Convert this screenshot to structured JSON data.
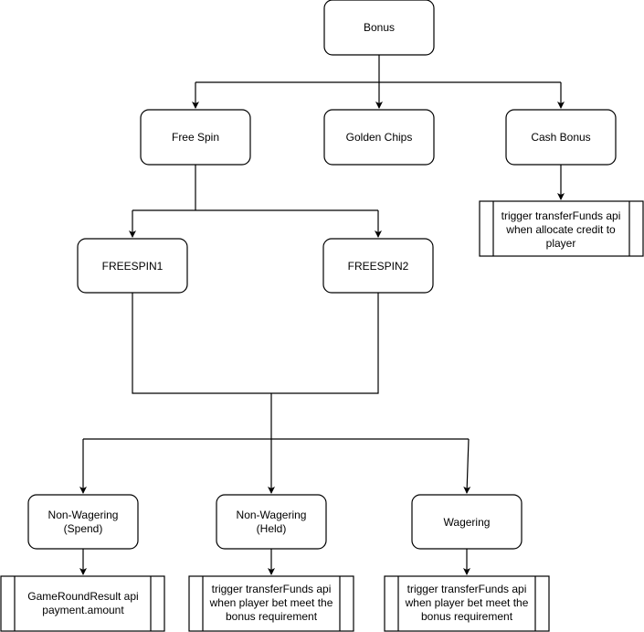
{
  "nodes": {
    "bonus": {
      "lines": [
        "Bonus"
      ]
    },
    "free_spin": {
      "lines": [
        "Free Spin"
      ]
    },
    "golden_chips": {
      "lines": [
        "Golden Chips"
      ]
    },
    "cash_bonus": {
      "lines": [
        "Cash Bonus"
      ]
    },
    "cash_process": {
      "lines": [
        "trigger transferFunds api",
        "when allocate credit to",
        "player"
      ]
    },
    "freespin1": {
      "lines": [
        "FREESPIN1"
      ]
    },
    "freespin2": {
      "lines": [
        "FREESPIN2"
      ]
    },
    "non_wagering_spend": {
      "lines": [
        "Non-Wagering",
        "(Spend)"
      ]
    },
    "non_wagering_held": {
      "lines": [
        "Non-Wagering",
        "(Held)"
      ]
    },
    "wagering": {
      "lines": [
        "Wagering"
      ]
    },
    "spend_process": {
      "lines": [
        "GameRoundResult api",
        "payment.amount"
      ]
    },
    "held_process": {
      "lines": [
        "trigger transferFunds api",
        "when player bet meet the",
        "bonus requirement"
      ]
    },
    "wagering_process": {
      "lines": [
        "trigger transferFunds api",
        "when player bet meet the",
        "bonus requirement"
      ]
    }
  },
  "colors": {
    "stroke": "#000000",
    "fill": "#ffffff",
    "text": "#000000"
  }
}
